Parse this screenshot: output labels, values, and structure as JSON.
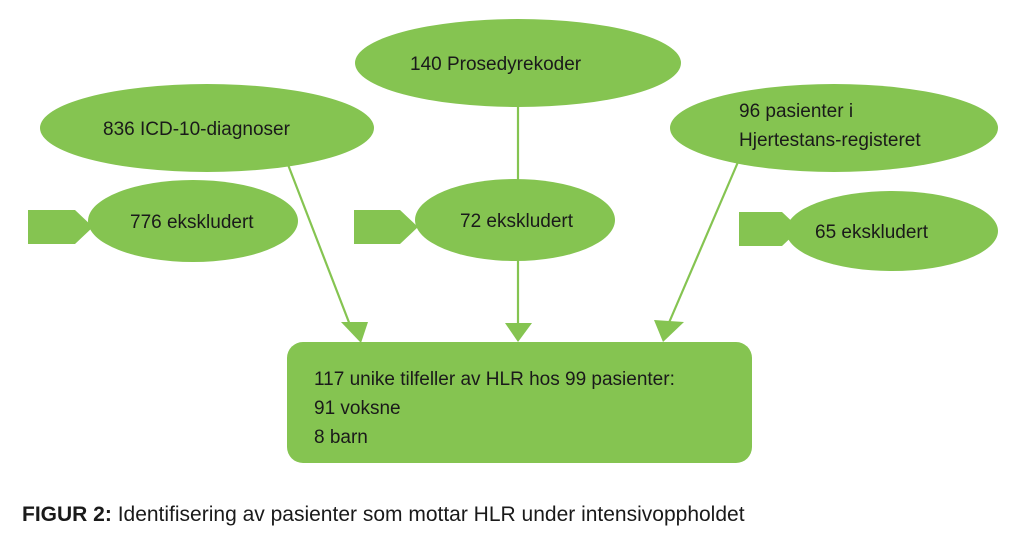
{
  "colors": {
    "node_fill": "#85c451",
    "arrow": "#85c451",
    "text": "#1a1a1a"
  },
  "nodes": {
    "icd10": "836 ICD-10-diagnoser",
    "procedure": "140 Prosedyrekoder",
    "registry_line1": "96 pasienter i",
    "registry_line2": "Hjertestans-registeret",
    "excluded_left": "776 ekskludert",
    "excluded_center": "72 ekskludert",
    "excluded_right": "65 ekskludert"
  },
  "result": {
    "line1": "117 unike tilfeller av HLR hos 99 pasienter:",
    "line2": "91 voksne",
    "line3": "8 barn"
  },
  "caption": {
    "label": "FIGUR 2:",
    "text": "Identifisering av pasienter som mottar HLR under intensivoppholdet"
  }
}
